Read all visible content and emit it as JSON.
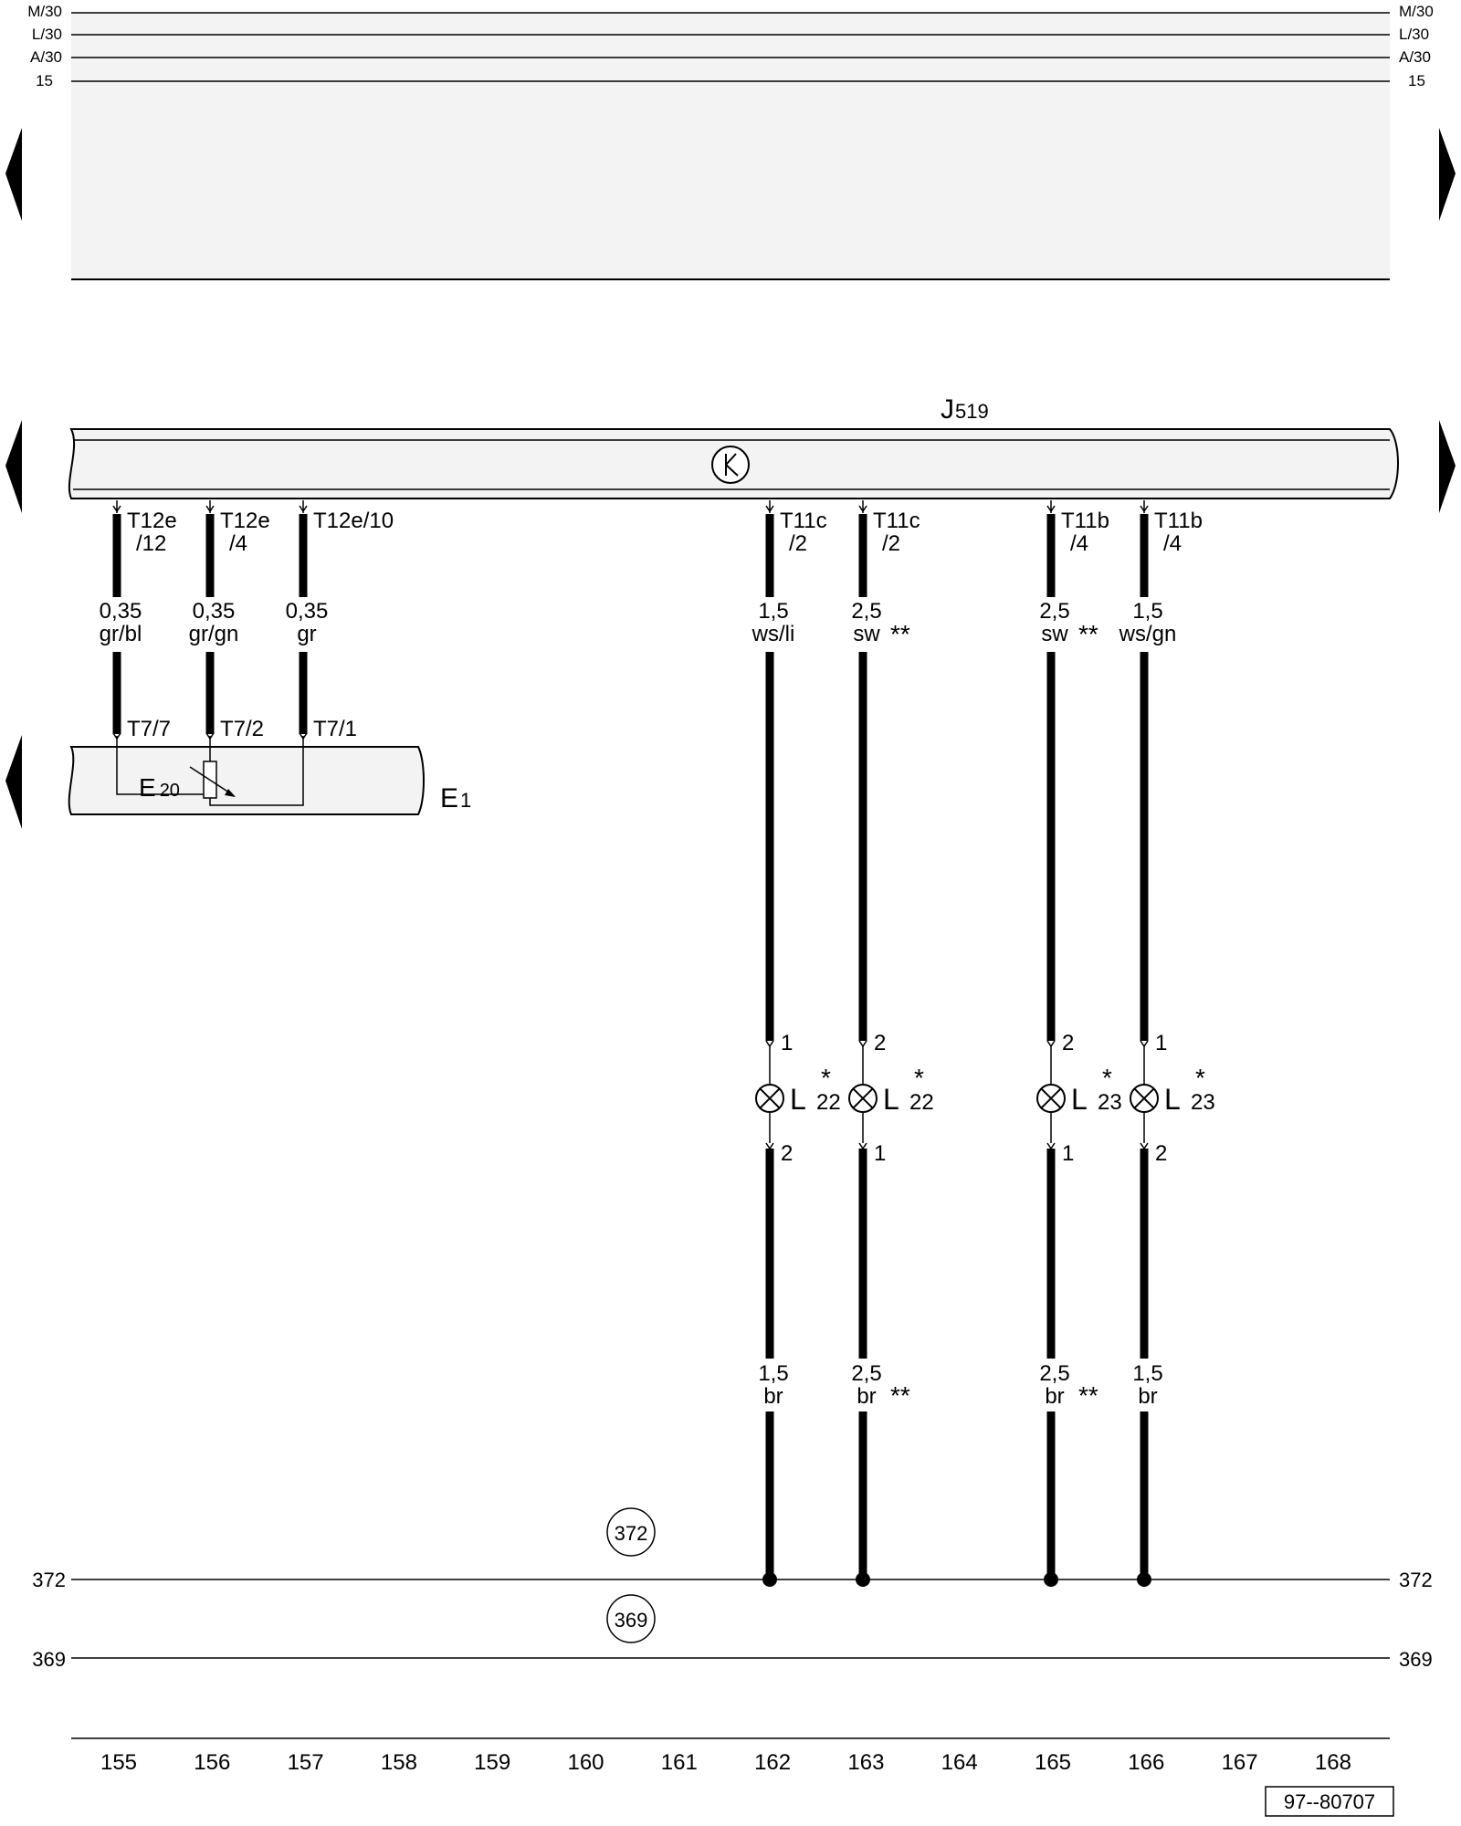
{
  "rails": {
    "top": [
      "M/30",
      "L/30",
      "A/30",
      "15"
    ]
  },
  "ecu": {
    "label_main": "J",
    "label_sub": "519"
  },
  "connectors": [
    {
      "line1": "T12e",
      "line2": "/12"
    },
    {
      "line1": "T12e",
      "line2": "/4"
    },
    {
      "line1": "T12e/10",
      "line2": ""
    },
    {
      "line1": "T11c",
      "line2": "/2"
    },
    {
      "line1": "T11c",
      "line2": "/2"
    },
    {
      "line1": "T11b",
      "line2": "/4"
    },
    {
      "line1": "T11b",
      "line2": "/4"
    }
  ],
  "wires_upper": [
    {
      "size": "0,35",
      "color": "gr/bl",
      "mark": ""
    },
    {
      "size": "0,35",
      "color": "gr/gn",
      "mark": ""
    },
    {
      "size": "0,35",
      "color": "gr",
      "mark": ""
    },
    {
      "size": "1,5",
      "color": "ws/li",
      "mark": ""
    },
    {
      "size": "2,5",
      "color": "sw",
      "mark": "**"
    },
    {
      "size": "2,5",
      "color": "sw",
      "mark": "**"
    },
    {
      "size": "1,5",
      "color": "ws/gn",
      "mark": ""
    }
  ],
  "e1": {
    "pins": [
      "T7/7",
      "T7/2",
      "T7/1"
    ],
    "sub_label": "E",
    "sub_num": "20",
    "label": "E",
    "label_num": "1"
  },
  "lamps": [
    {
      "pin_top": "1",
      "pin_bottom": "2",
      "letter": "L",
      "num": "22",
      "star": "*"
    },
    {
      "pin_top": "2",
      "pin_bottom": "1",
      "letter": "L",
      "num": "22",
      "star": "*"
    },
    {
      "pin_top": "2",
      "pin_bottom": "1",
      "letter": "L",
      "num": "23",
      "star": "*"
    },
    {
      "pin_top": "1",
      "pin_bottom": "2",
      "letter": "L",
      "num": "23",
      "star": "*"
    }
  ],
  "wires_lower": [
    {
      "size": "1,5",
      "color": "br",
      "mark": ""
    },
    {
      "size": "2,5",
      "color": "br",
      "mark": "**"
    },
    {
      "size": "2,5",
      "color": "br",
      "mark": "**"
    },
    {
      "size": "1,5",
      "color": "br",
      "mark": ""
    }
  ],
  "ground": {
    "ref_372": "372",
    "ref_369": "369",
    "rail_372": "372",
    "rail_369": "369"
  },
  "columns": [
    "155",
    "156",
    "157",
    "158",
    "159",
    "160",
    "161",
    "162",
    "163",
    "164",
    "165",
    "166",
    "167",
    "168"
  ],
  "footer": {
    "code": "97--80707"
  }
}
